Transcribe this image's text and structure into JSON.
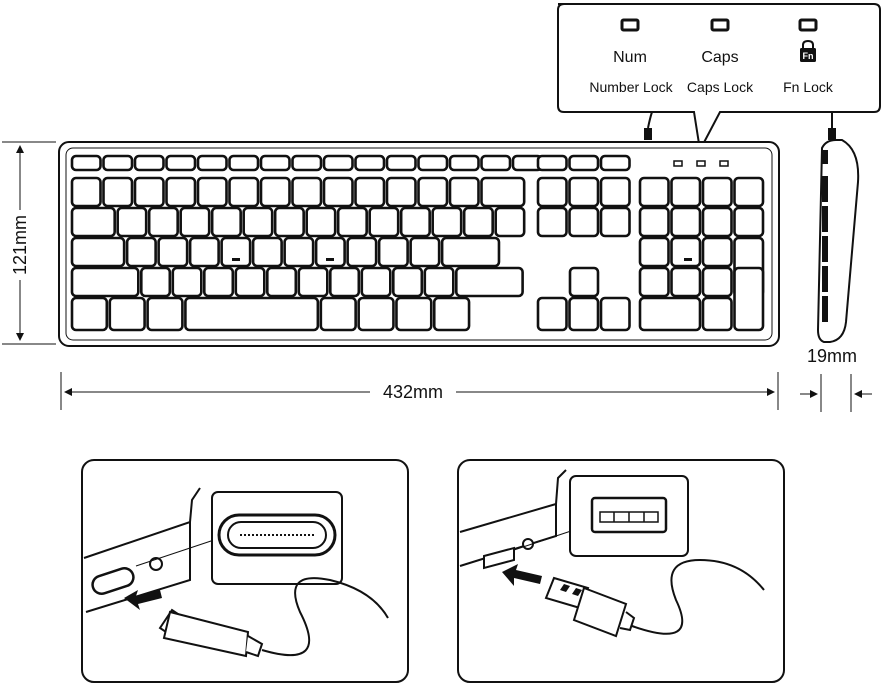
{
  "indicators": [
    {
      "short": "Num",
      "long": "Number Lock"
    },
    {
      "short": "Caps",
      "long": "Caps Lock"
    },
    {
      "short": "",
      "long": "Fn Lock",
      "icon": "fn-lock-icon",
      "icon_text": "Fn"
    }
  ],
  "dimensions": {
    "height": "121mm",
    "width": "432mm",
    "depth": "19mm"
  }
}
